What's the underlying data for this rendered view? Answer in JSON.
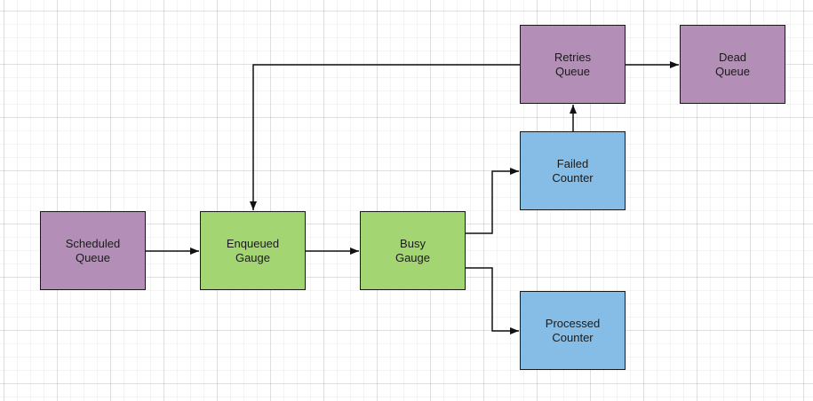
{
  "colors": {
    "queue": "#b38fb8",
    "gauge": "#a3d672",
    "counter": "#86bde6",
    "edge": "#111111"
  },
  "nodes": {
    "scheduled_queue": {
      "line1": "Scheduled",
      "line2": "Queue"
    },
    "enqueued_gauge": {
      "line1": "Enqueued",
      "line2": "Gauge"
    },
    "busy_gauge": {
      "line1": "Busy",
      "line2": "Gauge"
    },
    "failed_counter": {
      "line1": "Failed",
      "line2": "Counter"
    },
    "processed_counter": {
      "line1": "Processed",
      "line2": "Counter"
    },
    "retries_queue": {
      "line1": "Retries",
      "line2": "Queue"
    },
    "dead_queue": {
      "line1": "Dead",
      "line2": "Queue"
    }
  },
  "edges": [
    {
      "from": "scheduled_queue",
      "to": "enqueued_gauge"
    },
    {
      "from": "enqueued_gauge",
      "to": "busy_gauge"
    },
    {
      "from": "busy_gauge",
      "to": "failed_counter"
    },
    {
      "from": "busy_gauge",
      "to": "processed_counter"
    },
    {
      "from": "failed_counter",
      "to": "retries_queue"
    },
    {
      "from": "retries_queue",
      "to": "dead_queue"
    },
    {
      "from": "retries_queue",
      "to": "enqueued_gauge"
    }
  ]
}
